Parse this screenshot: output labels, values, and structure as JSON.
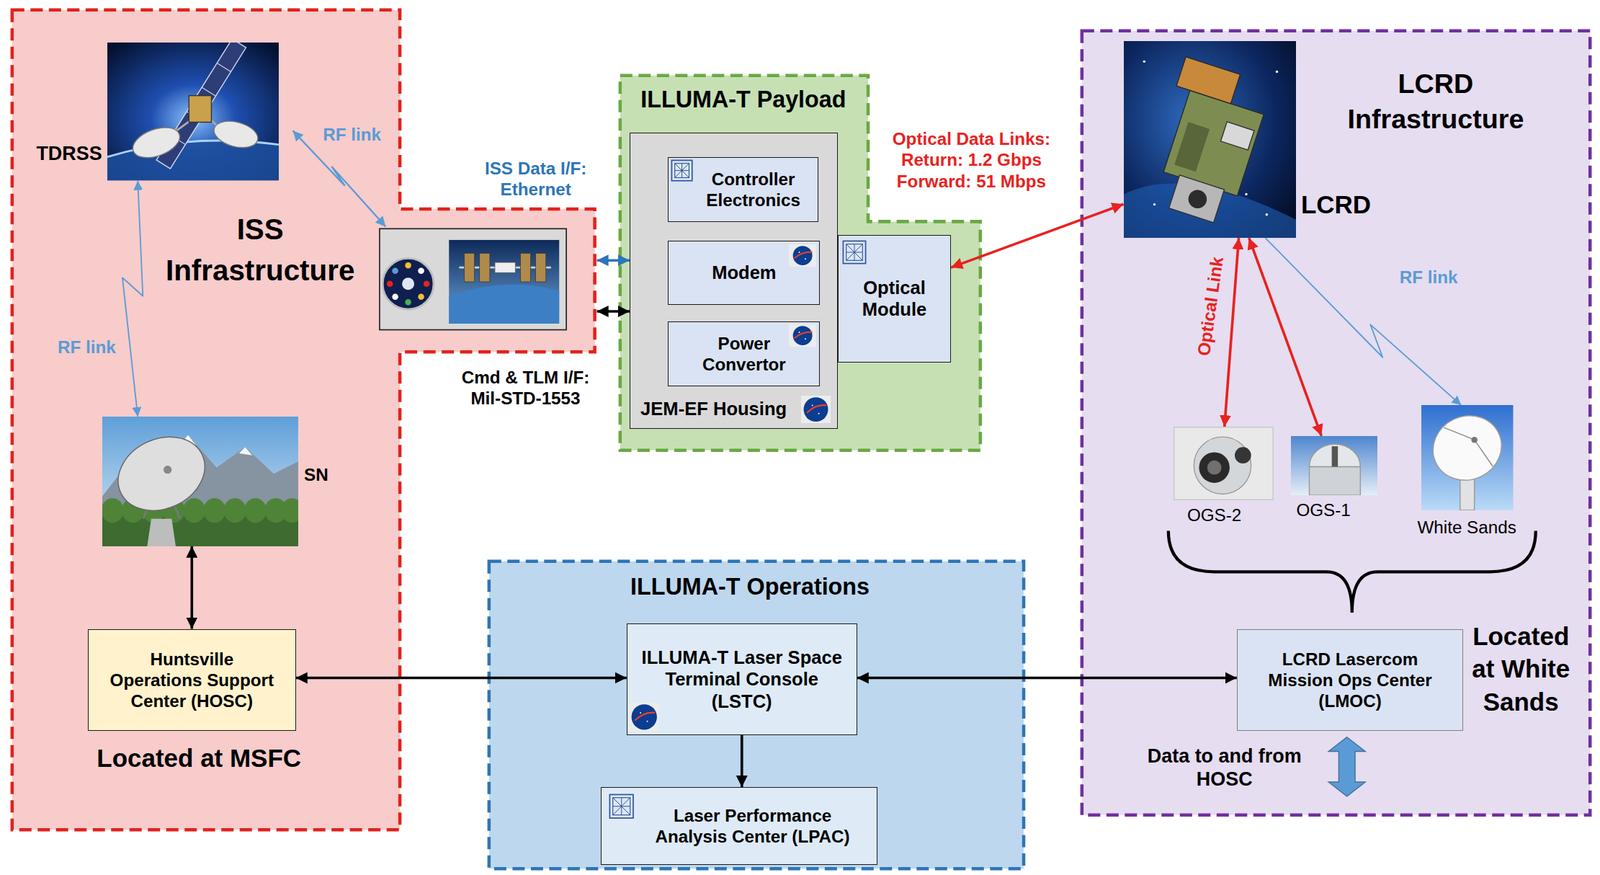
{
  "diagram": {
    "nodes": [
      {
        "text": [
          "ISS Infrastructure",
          "Located at MSFC"
        ]
      },
      {
        "text": [
          "TDRSS"
        ],
        "in": 0
      },
      {
        "text": [
          "SN"
        ],
        "in": 0
      },
      {
        "text": [
          "Huntsville Operations Support Center (HOSC)"
        ],
        "in": 0
      },
      {
        "text": [
          "ILLUMA-T Payload"
        ]
      },
      {
        "text": [
          "JEM-EF Housing"
        ],
        "in": 4
      },
      {
        "text": [
          "Controller Electronics"
        ],
        "in": 5
      },
      {
        "text": [
          "Modem"
        ],
        "in": 5
      },
      {
        "text": [
          "Power Convertor"
        ],
        "in": 5
      },
      {
        "text": [
          "Optical Module"
        ],
        "in": 4
      },
      {
        "text": [
          "LCRD Infrastructure",
          "Located at White Sands"
        ]
      },
      {
        "text": [
          "LCRD"
        ],
        "in": 10
      },
      {
        "text": [
          "OGS-2"
        ],
        "in": 10
      },
      {
        "text": [
          "OGS-1"
        ],
        "in": 10
      },
      {
        "text": [
          "White Sands"
        ],
        "in": 10
      },
      {
        "text": [
          "LCRD Lasercom Mission Ops Center (LMOC)"
        ],
        "in": 10
      },
      {
        "text": [
          "ILLUMA-T Operations"
        ]
      },
      {
        "text": [
          "ILLUMA-T Laser Space Terminal Console (LSTC)"
        ],
        "in": 16
      },
      {
        "text": [
          "Laser Performance Analysis Center (LPAC)"
        ],
        "in": 16
      }
    ],
    "edges": [
      {
        "from": 1,
        "to": 2,
        "arrow": "both",
        "label": "RF link"
      },
      {
        "from": 2,
        "to": 3,
        "arrow": "both"
      },
      {
        "from": 0,
        "to": 5,
        "arrow": "both",
        "label": "ISS Data I/F: Ethernet"
      },
      {
        "from": 0,
        "to": 5,
        "arrow": "both",
        "label": "Cmd & TLM I/F: Mil-STD-1553"
      },
      {
        "from": 9,
        "to": 11,
        "arrow": "both",
        "label": "Optical Data Links: Return: 1.2 Gbps Forward: 51 Mbps"
      },
      {
        "from": 11,
        "to": 12,
        "arrow": "both",
        "label": "Optical Link"
      },
      {
        "from": 11,
        "to": 13,
        "arrow": "both"
      },
      {
        "from": 11,
        "to": 14,
        "arrow": "to",
        "label": "RF link"
      },
      {
        "from": 3,
        "to": 17,
        "arrow": "both"
      },
      {
        "from": 17,
        "to": 15,
        "arrow": "both"
      },
      {
        "from": 17,
        "to": 18,
        "arrow": "to"
      }
    ],
    "labels": [
      "RF link",
      "Data to and from HOSC"
    ]
  }
}
